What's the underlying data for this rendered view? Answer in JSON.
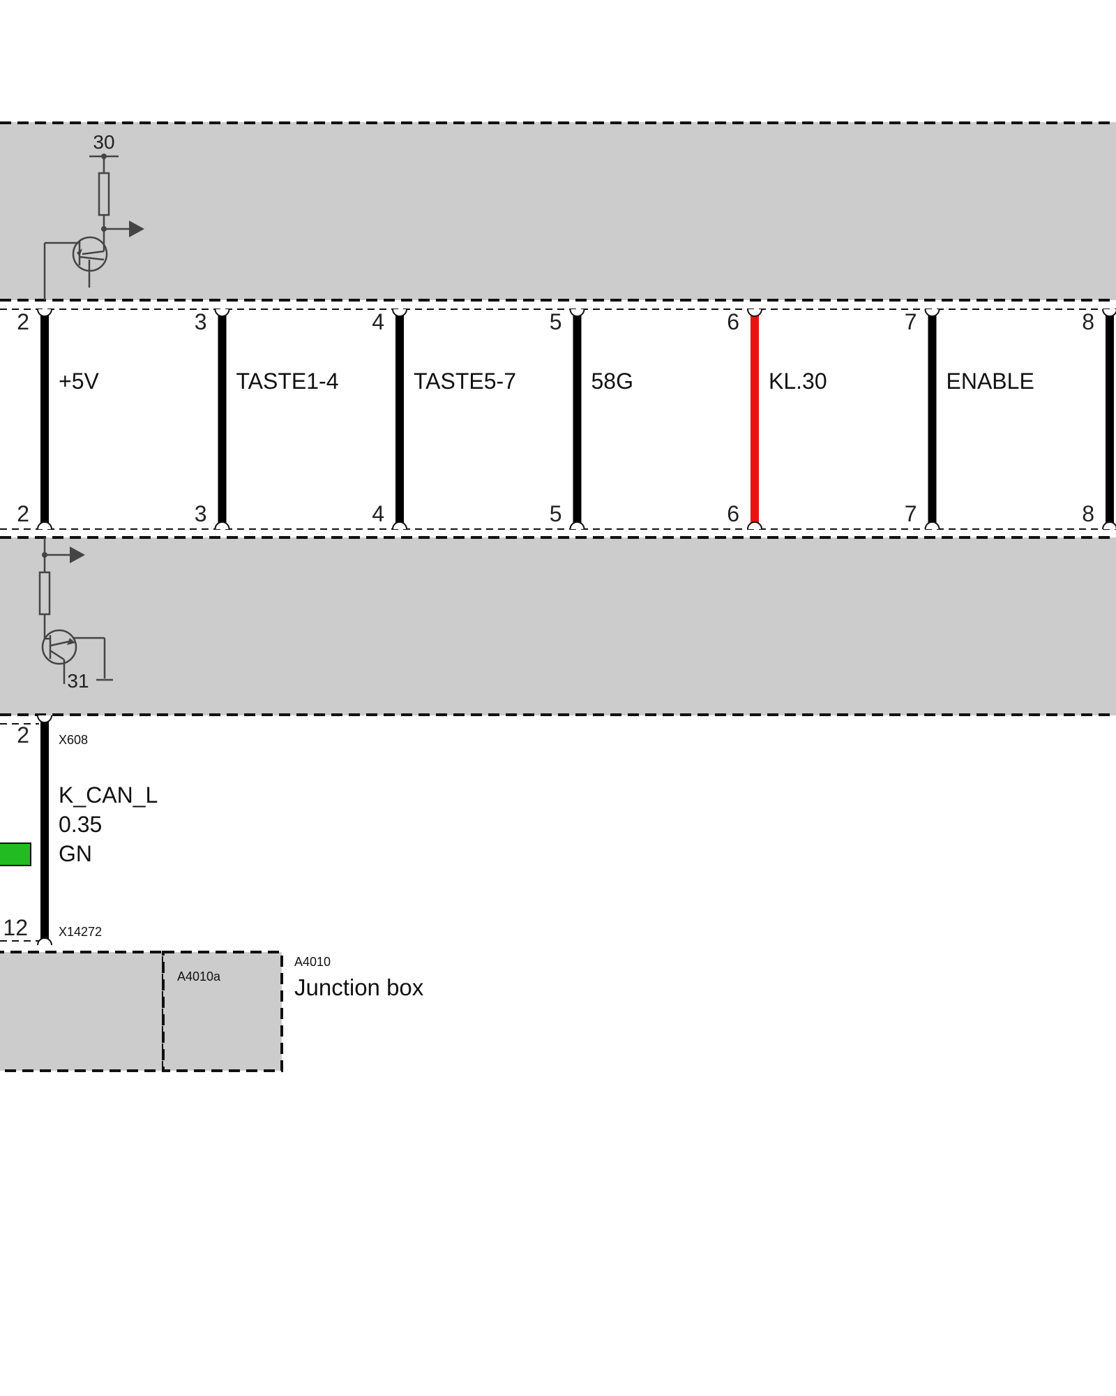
{
  "colors": {
    "background": "#ffffff",
    "module_fill": "#cccccc",
    "border": "#111111",
    "wire": "#000000",
    "wire_kl30": "#ee1111",
    "symbol": "#444444",
    "wire_color_badge": "#22bb22"
  },
  "top_module": {
    "supply_label": "30",
    "pins": [
      {
        "number": "2"
      },
      {
        "number": "3"
      },
      {
        "number": "4"
      },
      {
        "number": "5"
      },
      {
        "number": "6"
      },
      {
        "number": "7"
      },
      {
        "number": "8"
      }
    ]
  },
  "wires": [
    {
      "pin": "2",
      "signal": "+5V",
      "color": "#000000"
    },
    {
      "pin": "3",
      "signal": "TASTE1-4",
      "color": "#000000"
    },
    {
      "pin": "4",
      "signal": "TASTE5-7",
      "color": "#000000"
    },
    {
      "pin": "5",
      "signal": "58G",
      "color": "#000000"
    },
    {
      "pin": "6",
      "signal": "KL.30",
      "color": "#ee1111"
    },
    {
      "pin": "7",
      "signal": "ENABLE",
      "color": "#000000"
    },
    {
      "pin": "8",
      "signal": "",
      "color": "#000000"
    }
  ],
  "bottom_module": {
    "ground_label": "31",
    "pins": [
      {
        "number": "2"
      },
      {
        "number": "3"
      },
      {
        "number": "4"
      },
      {
        "number": "5"
      },
      {
        "number": "6"
      },
      {
        "number": "7"
      },
      {
        "number": "8"
      }
    ]
  },
  "can_wire": {
    "top_pin": "2",
    "top_connector": "X608",
    "signal": "K_CAN_L",
    "cross_section": "0.35",
    "color_code": "GN",
    "bottom_pin": "12",
    "bottom_connector": "X14272"
  },
  "junction_box": {
    "sub_id": "A4010a",
    "id": "A4010",
    "name": "Junction box"
  }
}
